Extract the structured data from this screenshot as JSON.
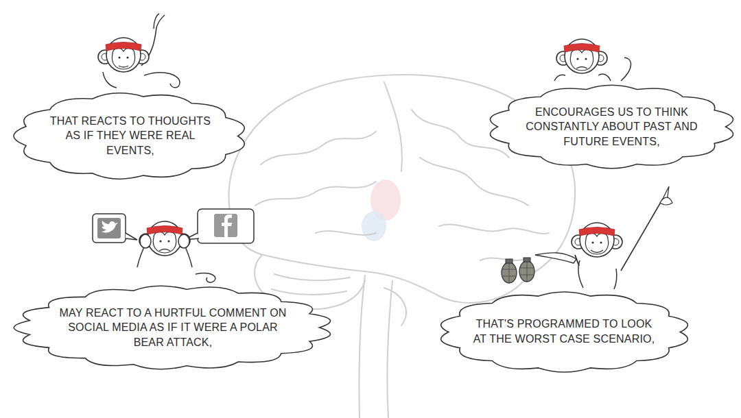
{
  "diagram": {
    "nodes": [
      {
        "text": [
          "THAT REACTS TO THOUGHTS AS IF THEY WERE REAL EVENTS,"
        ]
      },
      {
        "text": [
          "ENCOURAGES US TO THINK CONSTANTLY ABOUT PAST AND FUTURE EVENTS,"
        ]
      },
      {
        "text": [
          "MAY REACT TO A HURTFUL COMMENT ON SOCIAL MEDIA AS IF IT WERE A POLAR BEAR ATTACK,"
        ]
      },
      {
        "text": [
          "THAT'S PROGRAMMED TO LOOK AT THE WORST CASE SCENARIO,"
        ]
      }
    ]
  }
}
